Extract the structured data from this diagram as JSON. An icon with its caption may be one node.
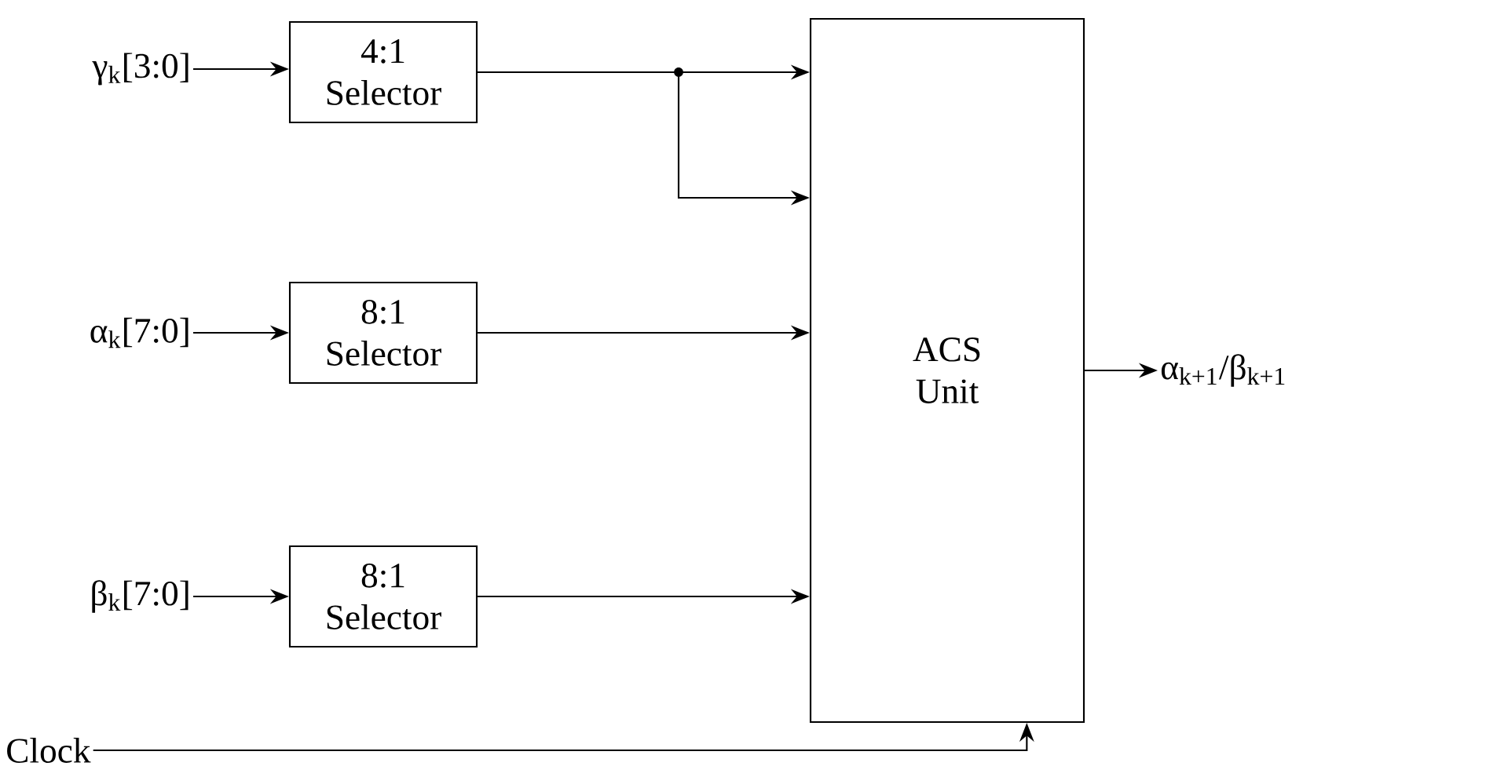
{
  "diagram": {
    "nodes": [
      {
        "text": [
          "γ$_{k}$[3:0]"
        ]
      },
      {
        "text": [
          "4:1 Selector"
        ]
      },
      {
        "text": [
          "α$_{k}$[7:0]"
        ]
      },
      {
        "text": [
          "8:1 Selector"
        ]
      },
      {
        "text": [
          "β$_{k}$[7:0]"
        ]
      },
      {
        "text": [
          "8:1 Selector"
        ]
      },
      {
        "text": [
          "ACS Unit"
        ]
      },
      {
        "text": [
          "α$_{k+1}$/β$_{k+1}$"
        ]
      },
      {
        "text": [
          "Clock"
        ]
      }
    ],
    "edges": [
      {
        "from": 0,
        "to": 1,
        "arrow": "to"
      },
      {
        "from": 1,
        "to": 6,
        "arrow": "to"
      },
      {
        "from": 1,
        "to": 6,
        "arrow": "to"
      },
      {
        "from": 2,
        "to": 3,
        "arrow": "to"
      },
      {
        "from": 3,
        "to": 6,
        "arrow": "to"
      },
      {
        "from": 4,
        "to": 5,
        "arrow": "to"
      },
      {
        "from": 5,
        "to": 6,
        "arrow": "to"
      },
      {
        "from": 6,
        "to": 7,
        "arrow": "to"
      },
      {
        "from": 8,
        "to": 6,
        "arrow": "to"
      }
    ]
  }
}
